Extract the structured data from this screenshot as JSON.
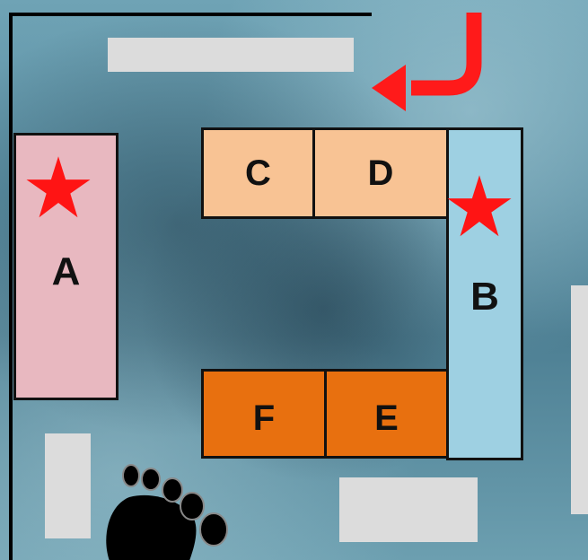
{
  "rooms": {
    "a": {
      "label": "A",
      "color": "#e8b8c0"
    },
    "b": {
      "label": "B",
      "color": "#9ed0e2"
    },
    "c": {
      "label": "C",
      "color": "#f8c394"
    },
    "d": {
      "label": "D",
      "color": "#f8c394"
    },
    "e": {
      "label": "E",
      "color": "#e8700f"
    },
    "f": {
      "label": "F",
      "color": "#e8700f"
    }
  },
  "markers": {
    "star_color": "#ff1414",
    "arrow_color": "#ff1a1a"
  },
  "icons": [
    "star-icon",
    "star-icon",
    "curved-arrow-icon",
    "footprint-icon"
  ]
}
